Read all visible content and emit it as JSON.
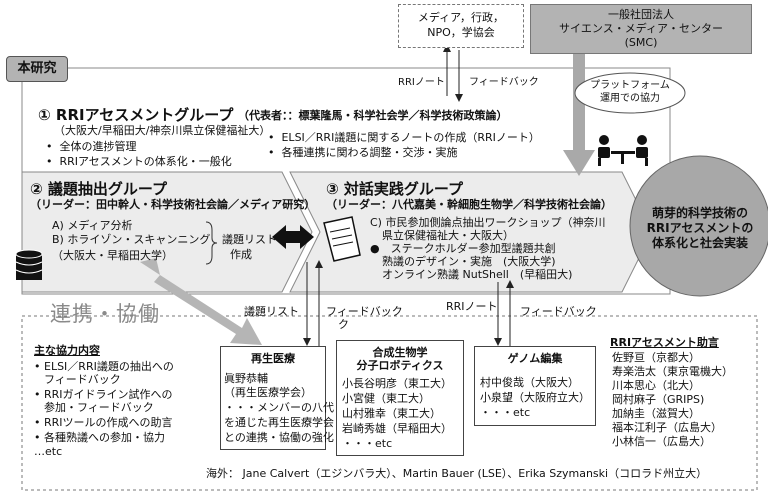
{
  "colors": {
    "grey_box": "#b3b3b3",
    "arrow_grey": "#a9a9a9",
    "circle_grey": "#a8a8a8",
    "band": "#ececec"
  },
  "media_box": {
    "line1": "メディア，行政，",
    "line2": "NPO，学協会"
  },
  "smc_box": {
    "line1": "一般社団法人",
    "line2": "サイエンス・メディア・センター",
    "line3": "(SMC)"
  },
  "flow_top": {
    "left": "RRIノート",
    "right": "フィードバック"
  },
  "platform_bubble": {
    "line1": "プラットフォーム",
    "line2": "運用での協力"
  },
  "main": {
    "tab": "本研究",
    "group1": {
      "title": "① RRIアセスメントグループ",
      "rep": "（代表者：：標葉隆馬・科学社会学／科学技術政策論）",
      "affil": "（大阪大/早稲田大/神奈川県立保健福祉大）",
      "bullets_left": [
        "全体の進捗管理",
        "RRIアセスメントの体系化・一般化"
      ],
      "bullets_right": [
        "ELSI／RRI議題に関するノートの作成（RRIノート）",
        "各種連携に関わる調整・交渉・実施"
      ]
    },
    "group2": {
      "title": "② 議題抽出グループ",
      "leader": "（リーダー：田中幹人・科学技術社会論／メディア研究）",
      "items": [
        "A) メディア分析",
        "B) ホライゾン・スキャンニング",
        "（大阪大・早稲田大学）"
      ],
      "side_line1": "議題リスト",
      "side_line2": "作成"
    },
    "group3": {
      "title": "③ 対話実践グループ",
      "leader": "（リーダー：八代嘉美・幹細胞生物学／科学技術社会論）",
      "lines": [
        "C) 市民参加側論点抽出ワークショップ（神奈川",
        "県立保健福祉大・大阪大）",
        "●　ステークホルダー参加型議題共創",
        "熟議のデザイン・実施　(大阪大学)",
        "オンライン熟議 NutShell　(早稲田大)"
      ]
    },
    "circle": {
      "line1": "萌芽的科学技術の",
      "line2": "RRIアセスメントの",
      "line3": "体系化と社会実装"
    }
  },
  "links_bottom": {
    "label1": "議題リスト",
    "label2": "フィードバック",
    "label3": "ク",
    "label4": "RRIノート",
    "label5": "フィードバック"
  },
  "renkei": "連携・協働",
  "cooperation": {
    "title": "主な協力内容",
    "items": [
      "ELSI／RRI議題の抽出への",
      "フィードバック",
      "RRIガイドライン試作への",
      "参加・フィードバック",
      "RRIツールの作成への助言",
      "各種熟議への参加・協力",
      "…etc"
    ]
  },
  "regen": {
    "title": "再生医療",
    "lines": [
      "眞野恭輔",
      "（再生医療学会）",
      "・・・メンバーの八代",
      "を通じた再生医療学会",
      "との連携・協働の強化"
    ]
  },
  "synbio": {
    "title1": "合成生物学",
    "title2": "分子ロボティクス",
    "members": [
      "小長谷明彦（東工大）",
      "小宮健（東工大）",
      "山村雅幸（東工大）",
      "岩崎秀雄（早稲田大）",
      "・・・etc"
    ]
  },
  "genome": {
    "title": "ゲノム編集",
    "members": [
      "村中俊哉（大阪大）",
      "小泉望（大阪府立大）",
      "・・・etc"
    ]
  },
  "advisors": {
    "title": "RRIアセスメント助言",
    "members": [
      "佐野亘（京都大）",
      "寿楽浩太（東京電機大）",
      "川本思心（北大）",
      "岡村麻子（GRIPS)",
      "加納圭（滋賀大）",
      "福本江利子（広島大）",
      "小林信一（広島大）"
    ]
  },
  "overseas": "海外： Jane Calvert（エジンバラ大）、Martin Bauer (LSE）、Erika Szymanski（コロラド州立大）"
}
